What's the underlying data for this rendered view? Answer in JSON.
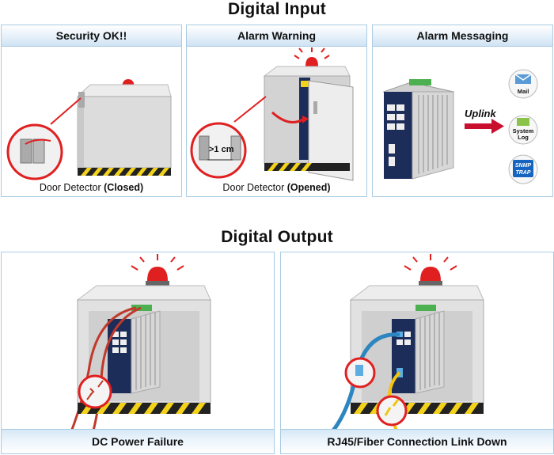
{
  "input_section": {
    "title": "Digital Input",
    "panels": [
      {
        "title": "Security OK!!",
        "caption_main": "Door Detector ",
        "caption_bold": "(Closed)"
      },
      {
        "title": "Alarm Warning",
        "caption_main": "Door Detector ",
        "caption_bold": "(Opened)",
        "gap_label": ">1 cm"
      },
      {
        "title": "Alarm Messaging",
        "uplink_label": "Uplink",
        "icons": [
          {
            "name": "mail-icon",
            "label": "Mail"
          },
          {
            "name": "system-log-icon",
            "label_line1": "System",
            "label_line2": "Log"
          },
          {
            "name": "snmp-trap-icon",
            "label_line1": "SNMP",
            "label_line2": "TRAP"
          }
        ]
      }
    ]
  },
  "output_section": {
    "title": "Digital Output",
    "panels": [
      {
        "title": "DC Power Failure"
      },
      {
        "title": "RJ45/Fiber Connection Link Down"
      }
    ]
  },
  "colors": {
    "panel_border": "#a9cbe3",
    "alarm_red": "#e02020",
    "switch_navy": "#1c2d5a",
    "cabinet_gray": "#d9d9d9",
    "hazard_yellow": "#f2d21b",
    "arrow_red": "#c8102e"
  }
}
